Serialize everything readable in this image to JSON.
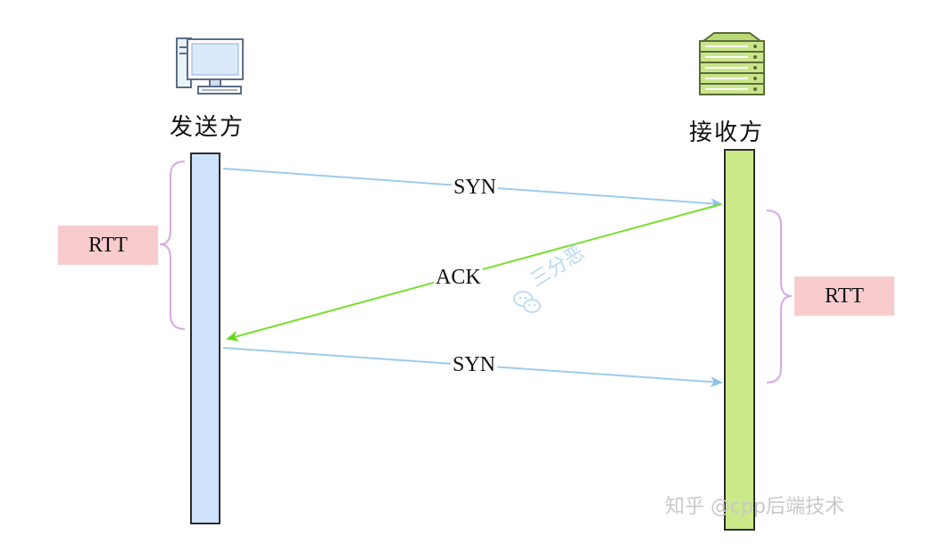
{
  "sender": {
    "label": "发送方",
    "icon": "desktop-computer-icon"
  },
  "receiver": {
    "label": "接收方",
    "icon": "server-rack-icon"
  },
  "messages": [
    {
      "label": "SYN",
      "from": "sender",
      "to": "receiver",
      "color": "#9ecbec"
    },
    {
      "label": "ACK",
      "from": "receiver",
      "to": "sender",
      "color": "#77e030"
    },
    {
      "label": "SYN",
      "from": "sender",
      "to": "receiver",
      "color": "#9ecbec"
    }
  ],
  "rtt_left": {
    "label": "RTT"
  },
  "rtt_right": {
    "label": "RTT"
  },
  "watermark_center": {
    "text": "三分恶",
    "icon": "wechat-icon"
  },
  "watermark_corner": {
    "text": "知乎 @cpp后端技术"
  },
  "colors": {
    "sender_bar": "#cfe2fb",
    "receiver_bar": "#cce98a",
    "rtt_fill": "#f8cccc",
    "brace": "#d9a8e4"
  }
}
